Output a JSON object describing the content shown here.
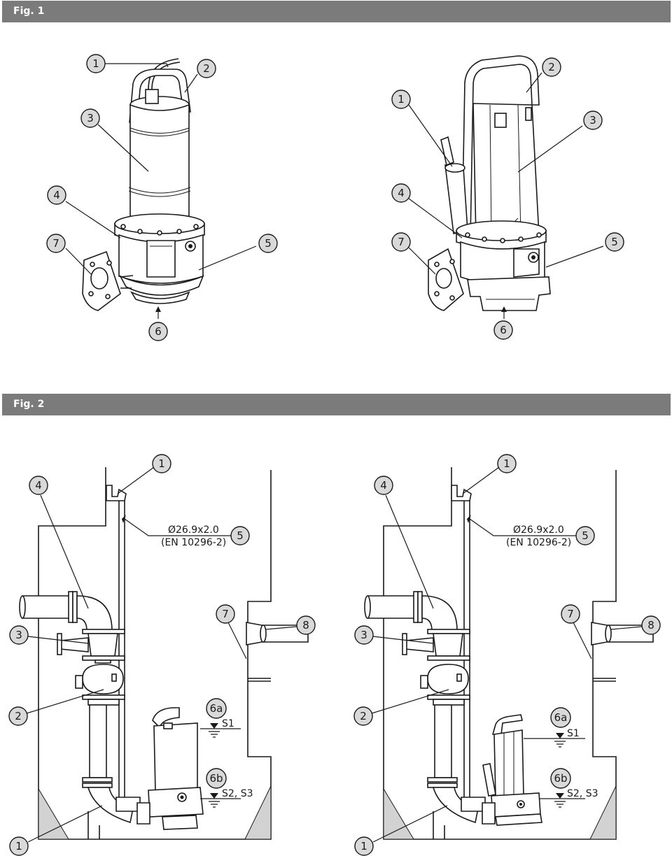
{
  "figures": [
    {
      "label": "Fig. 1"
    },
    {
      "label": "Fig. 2"
    }
  ],
  "fig1": {
    "left_callouts": [
      "1",
      "2",
      "3",
      "4",
      "5",
      "6",
      "7"
    ],
    "right_callouts": [
      "1",
      "2",
      "3",
      "4",
      "5",
      "6",
      "7"
    ]
  },
  "fig2": {
    "pipe_spec_line1": "Ø26.9x2.0",
    "pipe_spec_line2": "(EN 10296-2)",
    "level_s1": "S1",
    "level_s2_s3": "S2, S3",
    "left_callouts": [
      "1",
      "4",
      "5",
      "3",
      "2",
      "7",
      "8",
      "6a",
      "6b",
      "1"
    ],
    "right_callouts": [
      "1",
      "4",
      "5",
      "3",
      "2",
      "7",
      "8",
      "6a",
      "6b",
      "1"
    ]
  }
}
